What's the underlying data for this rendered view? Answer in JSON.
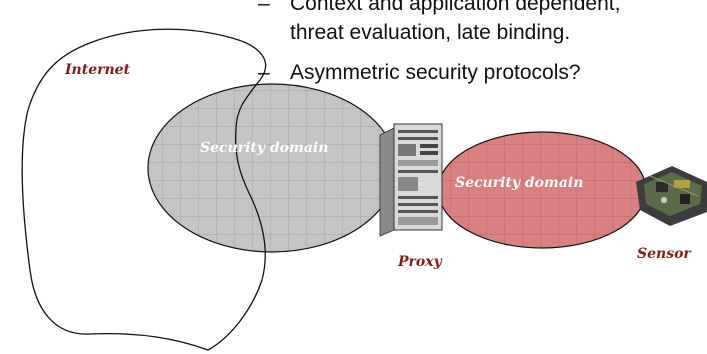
{
  "bullets": [
    {
      "dash": "–",
      "text": "Context and application dependent,"
    },
    {
      "dash": "",
      "text": "threat evaluation, late binding."
    },
    {
      "dash": "–",
      "text": "Asymmetric security protocols?"
    }
  ],
  "labels": {
    "internet": "Internet",
    "security_domain_left": "Security domain",
    "security_domain_right": "Security domain",
    "proxy": "Proxy",
    "sensor": "Sensor"
  },
  "colors": {
    "label_dark_red": "#8b1a10",
    "label_white": "#ffffff",
    "gray_domain": "#c4c4c4",
    "red_domain": "#d98080",
    "outline": "#111111"
  },
  "icons": {
    "proxy": "server-tower-icon",
    "sensor": "sensor-board-icon"
  }
}
